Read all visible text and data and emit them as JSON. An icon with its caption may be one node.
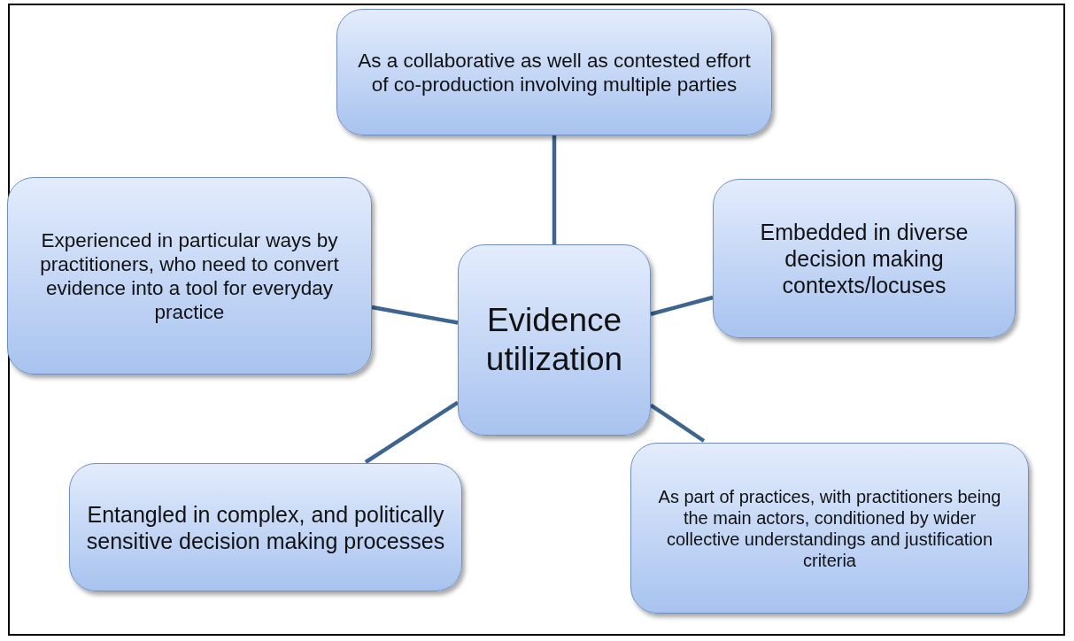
{
  "diagram": {
    "nodes": [
      {
        "text": [
          "Evidence utilization"
        ]
      },
      {
        "text": [
          "As a collaborative as well as contested effort of co-production involving multiple parties"
        ]
      },
      {
        "text": [
          "Embedded in diverse decision making contexts/locuses"
        ]
      },
      {
        "text": [
          "Experienced in particular ways by practitioners, who need to convert evidence into a tool for everyday practice"
        ]
      },
      {
        "text": [
          "Entangled in complex, and politically sensitive decision making processes"
        ]
      },
      {
        "text": [
          "As part of practices, with practitioners being the main actors, conditioned by wider collective understandings and justification criteria"
        ]
      }
    ],
    "edges": [
      {
        "from": 0,
        "to": 1,
        "arrow": "none"
      },
      {
        "from": 0,
        "to": 2,
        "arrow": "none"
      },
      {
        "from": 0,
        "to": 3,
        "arrow": "none"
      },
      {
        "from": 0,
        "to": 4,
        "arrow": "none"
      },
      {
        "from": 0,
        "to": 5,
        "arrow": "none"
      }
    ]
  }
}
